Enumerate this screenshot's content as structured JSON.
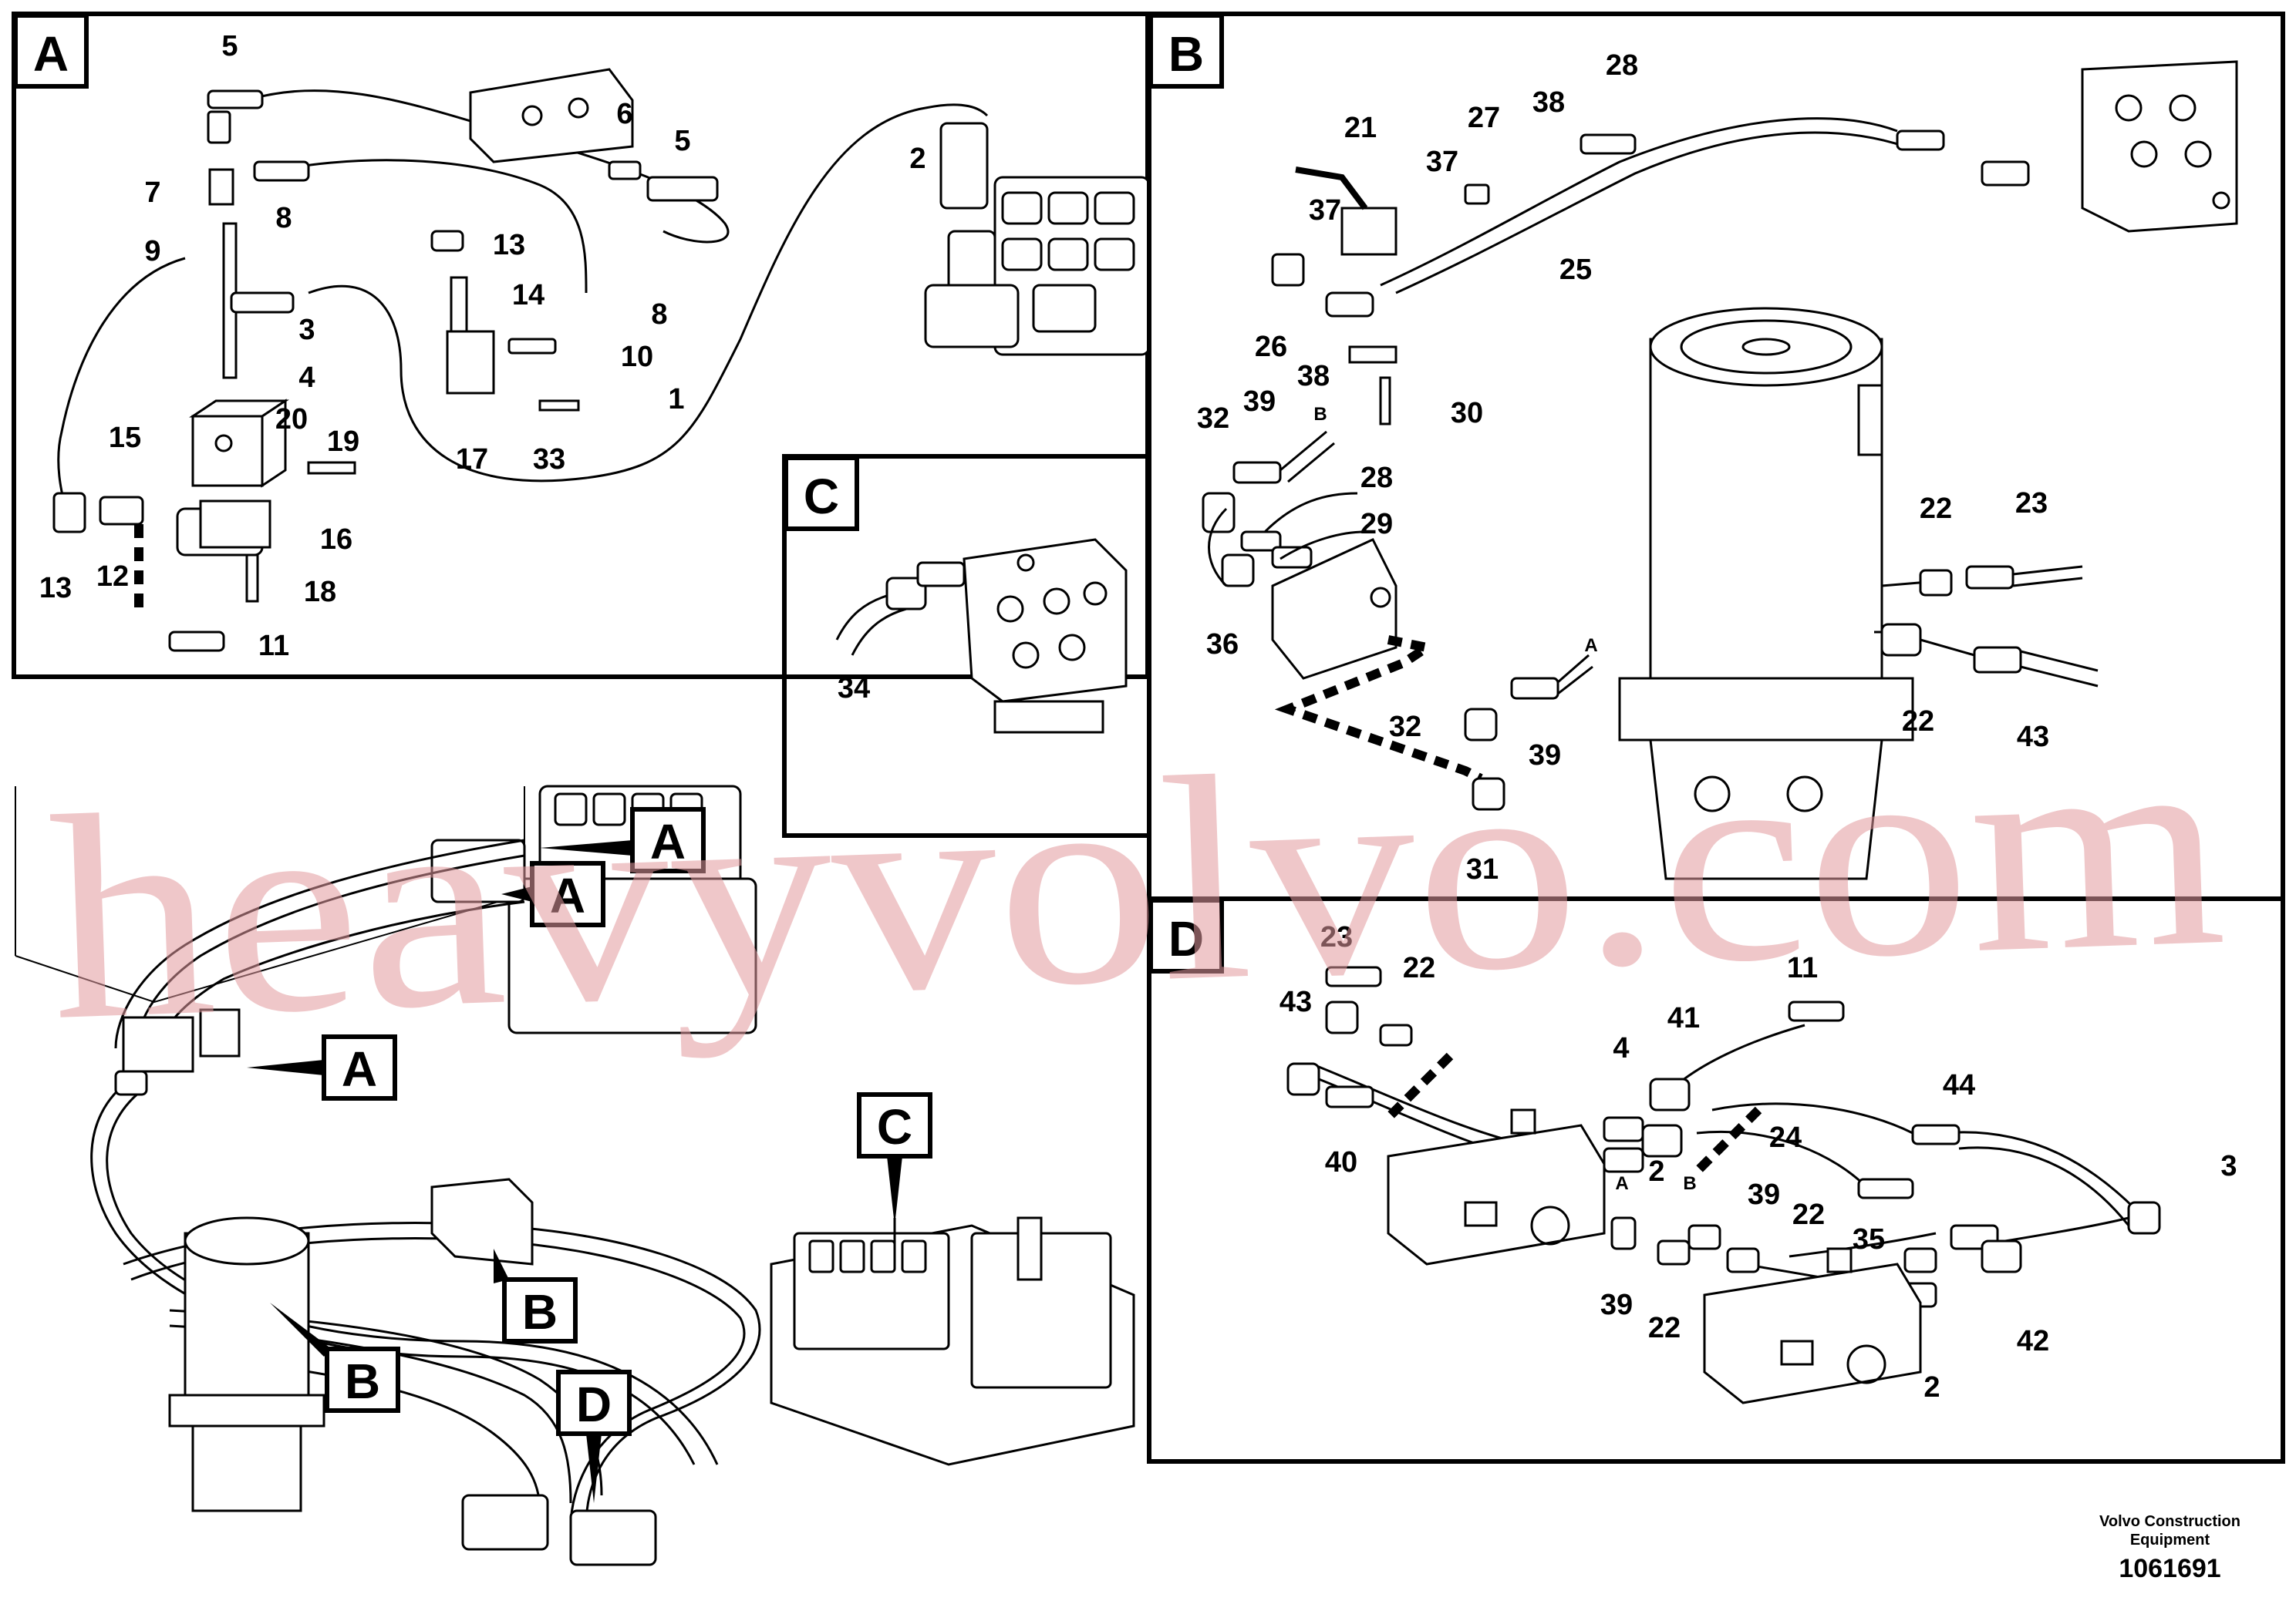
{
  "panels": {
    "A": {
      "label": "A",
      "callouts": [
        "5",
        "6",
        "5",
        "2",
        "7",
        "8",
        "9",
        "13",
        "14",
        "8",
        "3",
        "10",
        "4",
        "1",
        "15",
        "20",
        "19",
        "17",
        "33",
        "16",
        "13",
        "12",
        "18",
        "11"
      ]
    },
    "B": {
      "label": "B",
      "callouts": [
        "28",
        "21",
        "27",
        "38",
        "37",
        "37",
        "25",
        "26",
        "38",
        "30",
        "32",
        "39",
        "B",
        "28",
        "29",
        "36",
        "22",
        "23",
        "A",
        "32",
        "39",
        "22",
        "43",
        "31"
      ]
    },
    "C": {
      "label": "C",
      "callouts": [
        "34"
      ]
    },
    "D": {
      "label": "D",
      "callouts": [
        "23",
        "22",
        "11",
        "43",
        "41",
        "4",
        "44",
        "40",
        "24",
        "A",
        "2",
        "B",
        "39",
        "22",
        "35",
        "39",
        "22",
        "42",
        "2",
        "3"
      ]
    }
  },
  "overview": {
    "markers": [
      "A",
      "A",
      "A",
      "C",
      "B",
      "B",
      "D"
    ]
  },
  "watermark": "heavyvolvo.com",
  "footer": {
    "maker": "Volvo Construction Equipment",
    "maker_line1": "Volvo Construction",
    "maker_line2": "Equipment",
    "doc_number": "1061691"
  },
  "colors": {
    "line": "#000000",
    "watermark": "#e29a9e",
    "background": "#ffffff"
  }
}
